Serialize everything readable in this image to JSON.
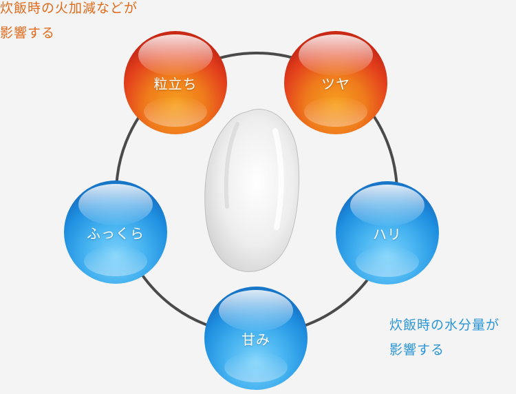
{
  "notes": {
    "heat": {
      "line1": "炊飯時の火加減などが",
      "line2": "影響する",
      "color": "#e06a1a"
    },
    "water": {
      "line1": "炊飯時の水分量が",
      "line2": "影響する",
      "color": "#2a95d6"
    }
  },
  "center": {
    "icon": "rice-grain-icon"
  },
  "attributes": [
    {
      "label": "粒立ち",
      "group": "heat"
    },
    {
      "label": "ツヤ",
      "group": "heat"
    },
    {
      "label": "ハリ",
      "group": "water"
    },
    {
      "label": "甘み",
      "group": "water"
    },
    {
      "label": "ふっくら",
      "group": "water"
    }
  ],
  "colors": {
    "heat_ball": "#e8451e",
    "heat_ball_core": "#f5921b",
    "water_ball": "#1c8fe0",
    "water_ball_core": "#5cc2f5",
    "ring": "#4a4a4a"
  }
}
